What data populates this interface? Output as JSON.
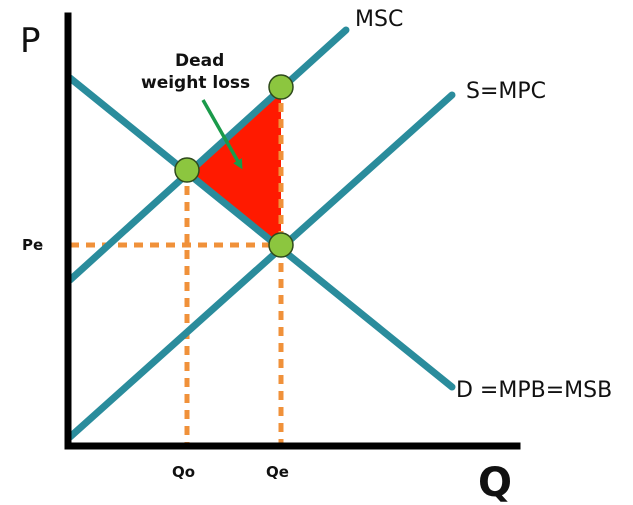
{
  "axes": {
    "y_label": "P",
    "x_label": "Q",
    "y_ticks": [
      "Pe"
    ],
    "x_ticks": [
      "Qo",
      "Qe"
    ]
  },
  "curves": {
    "msc": "MSC",
    "supply": "S=MPC",
    "demand": "D =MPB=MSB"
  },
  "annotation": {
    "line1": "Dead",
    "line2": "weight loss"
  },
  "colors": {
    "curve": "#2a8c9c",
    "axis": "#000000",
    "guide": "#f0913a",
    "deadweight": "#ff1a00",
    "point": "#8cc63f",
    "arrow": "#1a9a4a"
  }
}
